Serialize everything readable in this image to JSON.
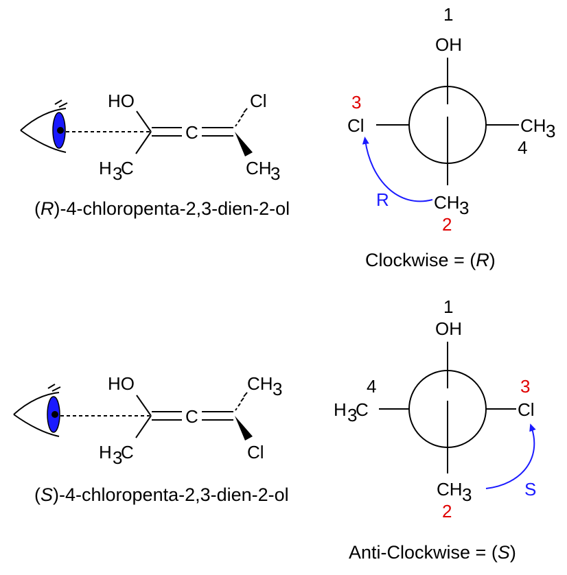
{
  "colors": {
    "priority": "#e00000",
    "arrow": "#1a1aff",
    "eye_iris": "#1a1aff"
  },
  "r_panel": {
    "molecule": {
      "HO": "HO",
      "Cl": "Cl",
      "C": "C",
      "H3C_H": "H",
      "H3C_3": "3",
      "H3C_C": "C",
      "CH3_CH": "CH",
      "CH3_3": "3"
    },
    "name": {
      "open": "(",
      "descriptor": "R",
      "rest": ")-4-chloropenta-2,3-dien-2-ol"
    },
    "newman": {
      "top": {
        "label": "OH",
        "priority": "1"
      },
      "left": {
        "label": "Cl",
        "priority": "3"
      },
      "right": {
        "label_main": "CH",
        "label_sub": "3",
        "priority": "4"
      },
      "bottom": {
        "label_main": "CH",
        "label_sub": "3",
        "priority": "2"
      },
      "arrow_label": "R"
    },
    "caption": {
      "prefix": "Clockwise = (",
      "descriptor": "R",
      "suffix": ")"
    }
  },
  "s_panel": {
    "molecule": {
      "HO": "HO",
      "CH3_CH": "CH",
      "CH3_3": "3",
      "C": "C",
      "H3C_H": "H",
      "H3C_3": "3",
      "H3C_C": "C",
      "Cl": "Cl"
    },
    "name": {
      "open": "(",
      "descriptor": "S",
      "rest": ")-4-chloropenta-2,3-dien-2-ol"
    },
    "newman": {
      "top": {
        "label": "OH",
        "priority": "1"
      },
      "left": {
        "label_h": "H",
        "label_sub": "3",
        "label_c": "C",
        "priority": "4"
      },
      "right": {
        "label": "Cl",
        "priority": "3"
      },
      "bottom": {
        "label_main": "CH",
        "label_sub": "3",
        "priority": "2"
      },
      "arrow_label": "S"
    },
    "caption": {
      "prefix": "Anti-Clockwise = (",
      "descriptor": "S",
      "suffix": ")"
    }
  }
}
